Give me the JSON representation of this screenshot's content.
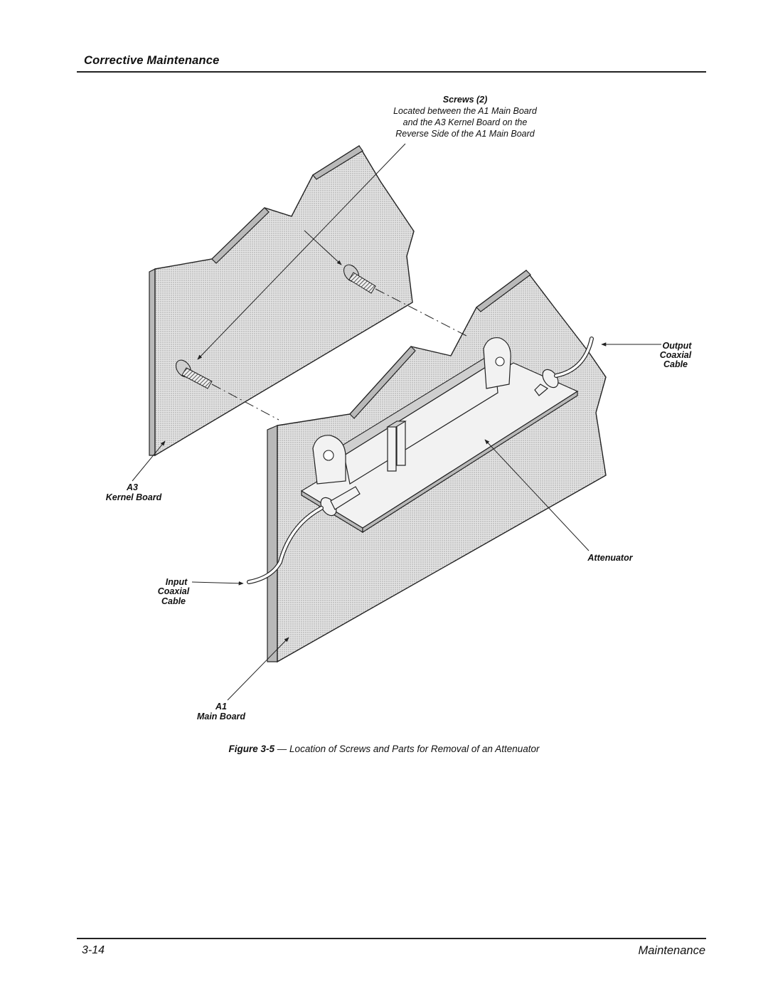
{
  "header": {
    "section_title": "Corrective Maintenance"
  },
  "figure": {
    "screws_label": "Screws (2)",
    "screws_note_1": "Located between the A1 Main Board",
    "screws_note_2": "and the A3 Kernel Board on the",
    "screws_note_3": "Reverse Side of the A1 Main Board",
    "output_label_1": "Output",
    "output_label_2": "Coaxial",
    "output_label_3": "Cable",
    "a3_label_1": "A3",
    "a3_label_2": "Kernel Board",
    "attenuator_label": "Attenuator",
    "input_label_1": "Input",
    "input_label_2": "Coaxial",
    "input_label_3": "Cable",
    "a1_label_1": "A1",
    "a1_label_2": "Main Board"
  },
  "caption": {
    "figure_number": "Figure 3-5",
    "separator": " — ",
    "text": "Location of Screws and Parts for Removal of an Attenuator"
  },
  "footer": {
    "page_number": "3-14",
    "section": "Maintenance"
  }
}
